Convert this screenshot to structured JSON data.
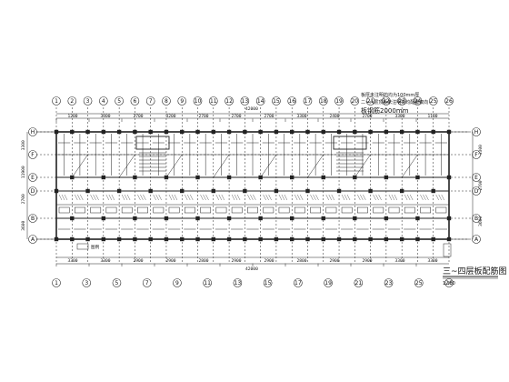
{
  "notes": {
    "line1": "板厚未注明的均为100mm厚",
    "line2": "二~六层顶板未注明处均配置双向",
    "line3": "板钢筋2000mm"
  },
  "overall_dimension": "42000",
  "title": {
    "main": "三~四层板配筋图",
    "subtitle": "1:100"
  },
  "top_axes": [
    "1",
    "2",
    "3",
    "4",
    "5",
    "6",
    "7",
    "8",
    "9",
    "10",
    "11",
    "12",
    "13",
    "14",
    "15",
    "16",
    "17",
    "18",
    "19",
    "20",
    "21",
    "22",
    "23",
    "24",
    "25",
    "26"
  ],
  "bottom_axes": [
    "1",
    "3",
    "5",
    "7",
    "9",
    "11",
    "13",
    "15",
    "17",
    "19",
    "21",
    "23",
    "25",
    "26"
  ],
  "left_axes": [
    "H",
    "F",
    "E",
    "D",
    "B",
    "A"
  ],
  "right_axes": [
    "H",
    "F",
    "E",
    "D",
    "B",
    "A"
  ],
  "top_dims": [
    "1200",
    "3300",
    "2700",
    "3200",
    "2700",
    "2700",
    "2700",
    "3300",
    "2400",
    "2700",
    "3300",
    "1100"
  ],
  "bottom_dims": [
    "3300",
    "3300",
    "2900",
    "2900",
    "2800",
    "2900",
    "2900",
    "2800",
    "2900",
    "2900",
    "3300",
    "3300"
  ],
  "left_dims": [
    "3300",
    "11900",
    "2700",
    "3600"
  ],
  "right_dims": [
    "3300",
    "2700",
    "3600"
  ],
  "legend_label": "图例"
}
